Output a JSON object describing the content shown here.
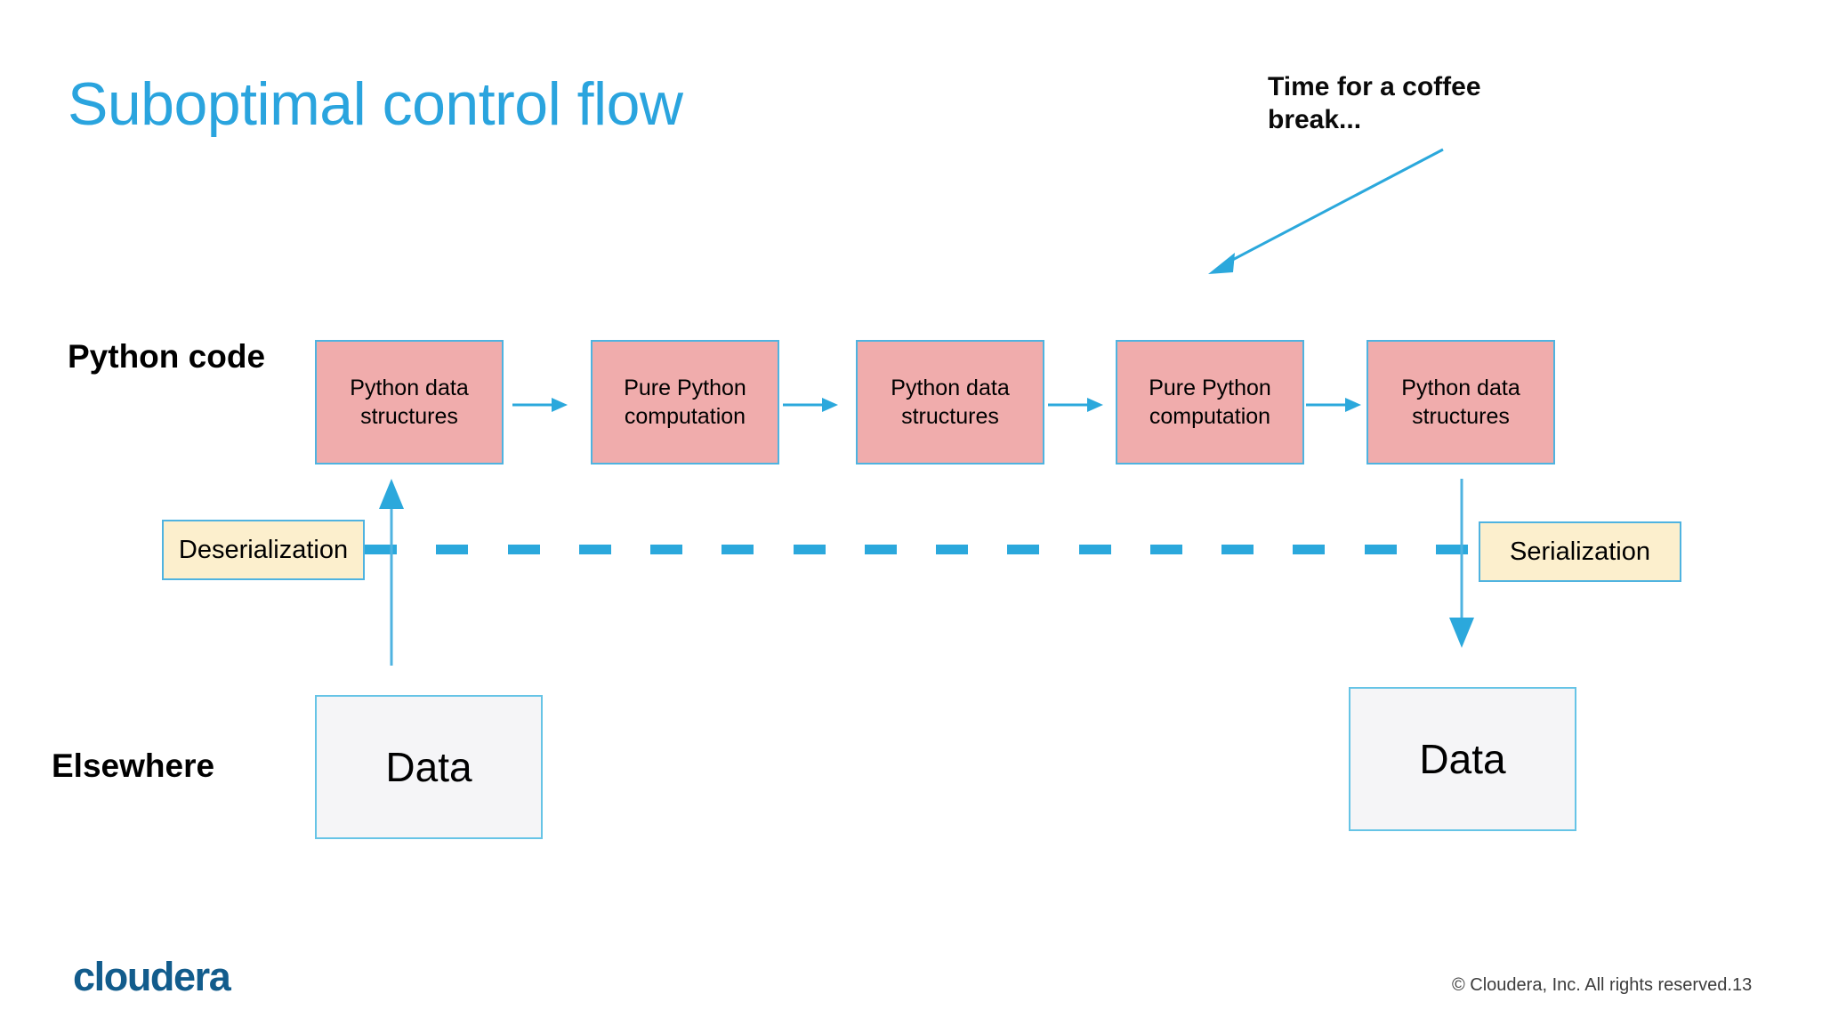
{
  "slide": {
    "title": "Suboptimal control flow",
    "title_color": "#2AA4DE",
    "background": "#ffffff"
  },
  "callout": {
    "text": "Time for a coffee break...",
    "arrow_icon": "diagonal-arrow-down-left-icon",
    "arrow_color": "#2BA8DC"
  },
  "rows": {
    "python_code_label": "Python code",
    "elsewhere_label": "Elsewhere"
  },
  "pipeline": {
    "box_fill": "#F0ACAC",
    "box_border": "#4FB3E0",
    "arrow_color": "#2BA8DC",
    "steps": [
      {
        "label": "Python data structures"
      },
      {
        "label": "Pure Python computation"
      },
      {
        "label": "Python data structures"
      },
      {
        "label": "Pure Python computation"
      },
      {
        "label": "Python data structures"
      }
    ]
  },
  "boundary": {
    "line_color": "#2BA8DC",
    "dash_count": 16,
    "deserialization_label": "Deserialization",
    "serialization_label": "Serialization",
    "cream_fill": "#FCEFCD",
    "cream_border": "#4FB3E0"
  },
  "data_stores": {
    "left_label": "Data",
    "right_label": "Data",
    "fill": "#F5F5F7",
    "border": "#66C4E6"
  },
  "arrows": {
    "up_arrow_icon": "arrow-up-icon",
    "down_arrow_icon": "arrow-down-icon"
  },
  "footer": {
    "logo_text": "cloudera",
    "logo_color": "#125C8C",
    "copyright": "© Cloudera, Inc. All rights reserved.",
    "page_number": "13"
  }
}
